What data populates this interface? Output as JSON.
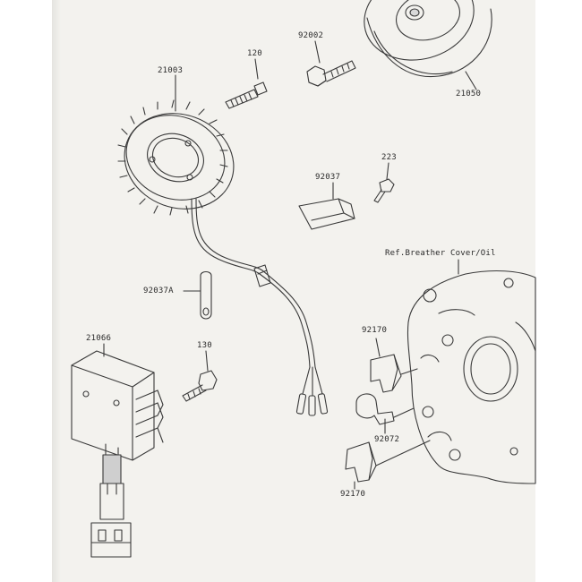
{
  "labels": {
    "p21003": "21003",
    "p120": "120",
    "p92002": "92002",
    "p21050": "21050",
    "p223": "223",
    "p92037": "92037",
    "p92037A": "92037A",
    "p21066": "21066",
    "p130": "130",
    "p92170_top": "92170",
    "p92072": "92072",
    "p92170_bottom": "92170",
    "ref_text": "Ref.Breather Cover/Oil"
  },
  "colors": {
    "paper": "#f3f2ee",
    "line": "#3a3a3a",
    "label": "#2a2a2a"
  }
}
